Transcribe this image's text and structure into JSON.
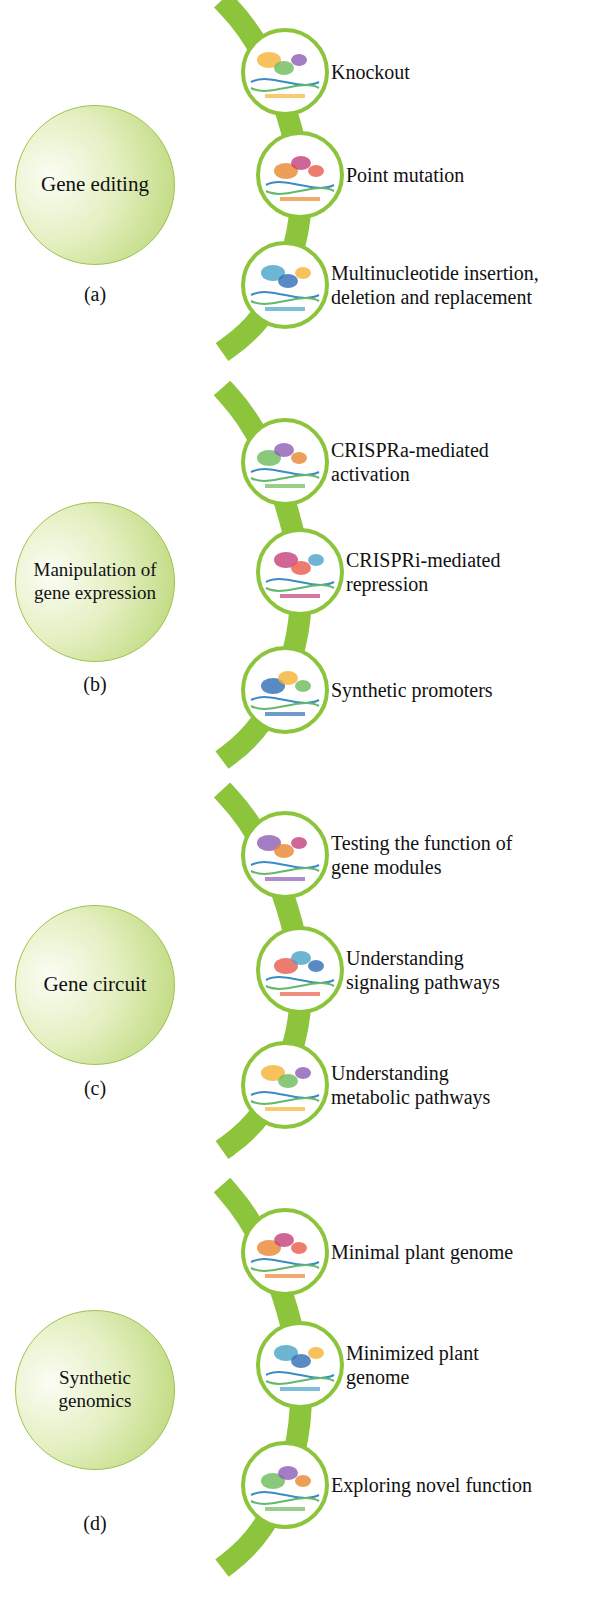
{
  "diagram": {
    "nodes": [
      {
        "text": [
          "Gene editing"
        ]
      },
      {
        "text": [
          "Knockout"
        ]
      },
      {
        "text": [
          "Point mutation"
        ]
      },
      {
        "text": [
          "Multinucleotide insertion, deletion and replacement"
        ]
      },
      {
        "text": [
          "Manipulation of gene expression"
        ]
      },
      {
        "text": [
          "CRISPRa-mediated activation"
        ]
      },
      {
        "text": [
          "CRISPRi-mediated repression"
        ]
      },
      {
        "text": [
          "Synthetic promoters"
        ]
      },
      {
        "text": [
          "Gene circuit"
        ]
      },
      {
        "text": [
          "Testing the function of gene modules"
        ]
      },
      {
        "text": [
          "Understanding signaling pathways"
        ]
      },
      {
        "text": [
          "Understanding metabolic pathways"
        ]
      },
      {
        "text": [
          "Synthetic genomics"
        ]
      },
      {
        "text": [
          "Minimal plant genome"
        ]
      },
      {
        "text": [
          "Minimized plant genome"
        ]
      },
      {
        "text": [
          "Exploring novel function"
        ]
      }
    ],
    "labels": [
      "(a)",
      "(b)",
      "(c)",
      "(d)"
    ]
  }
}
